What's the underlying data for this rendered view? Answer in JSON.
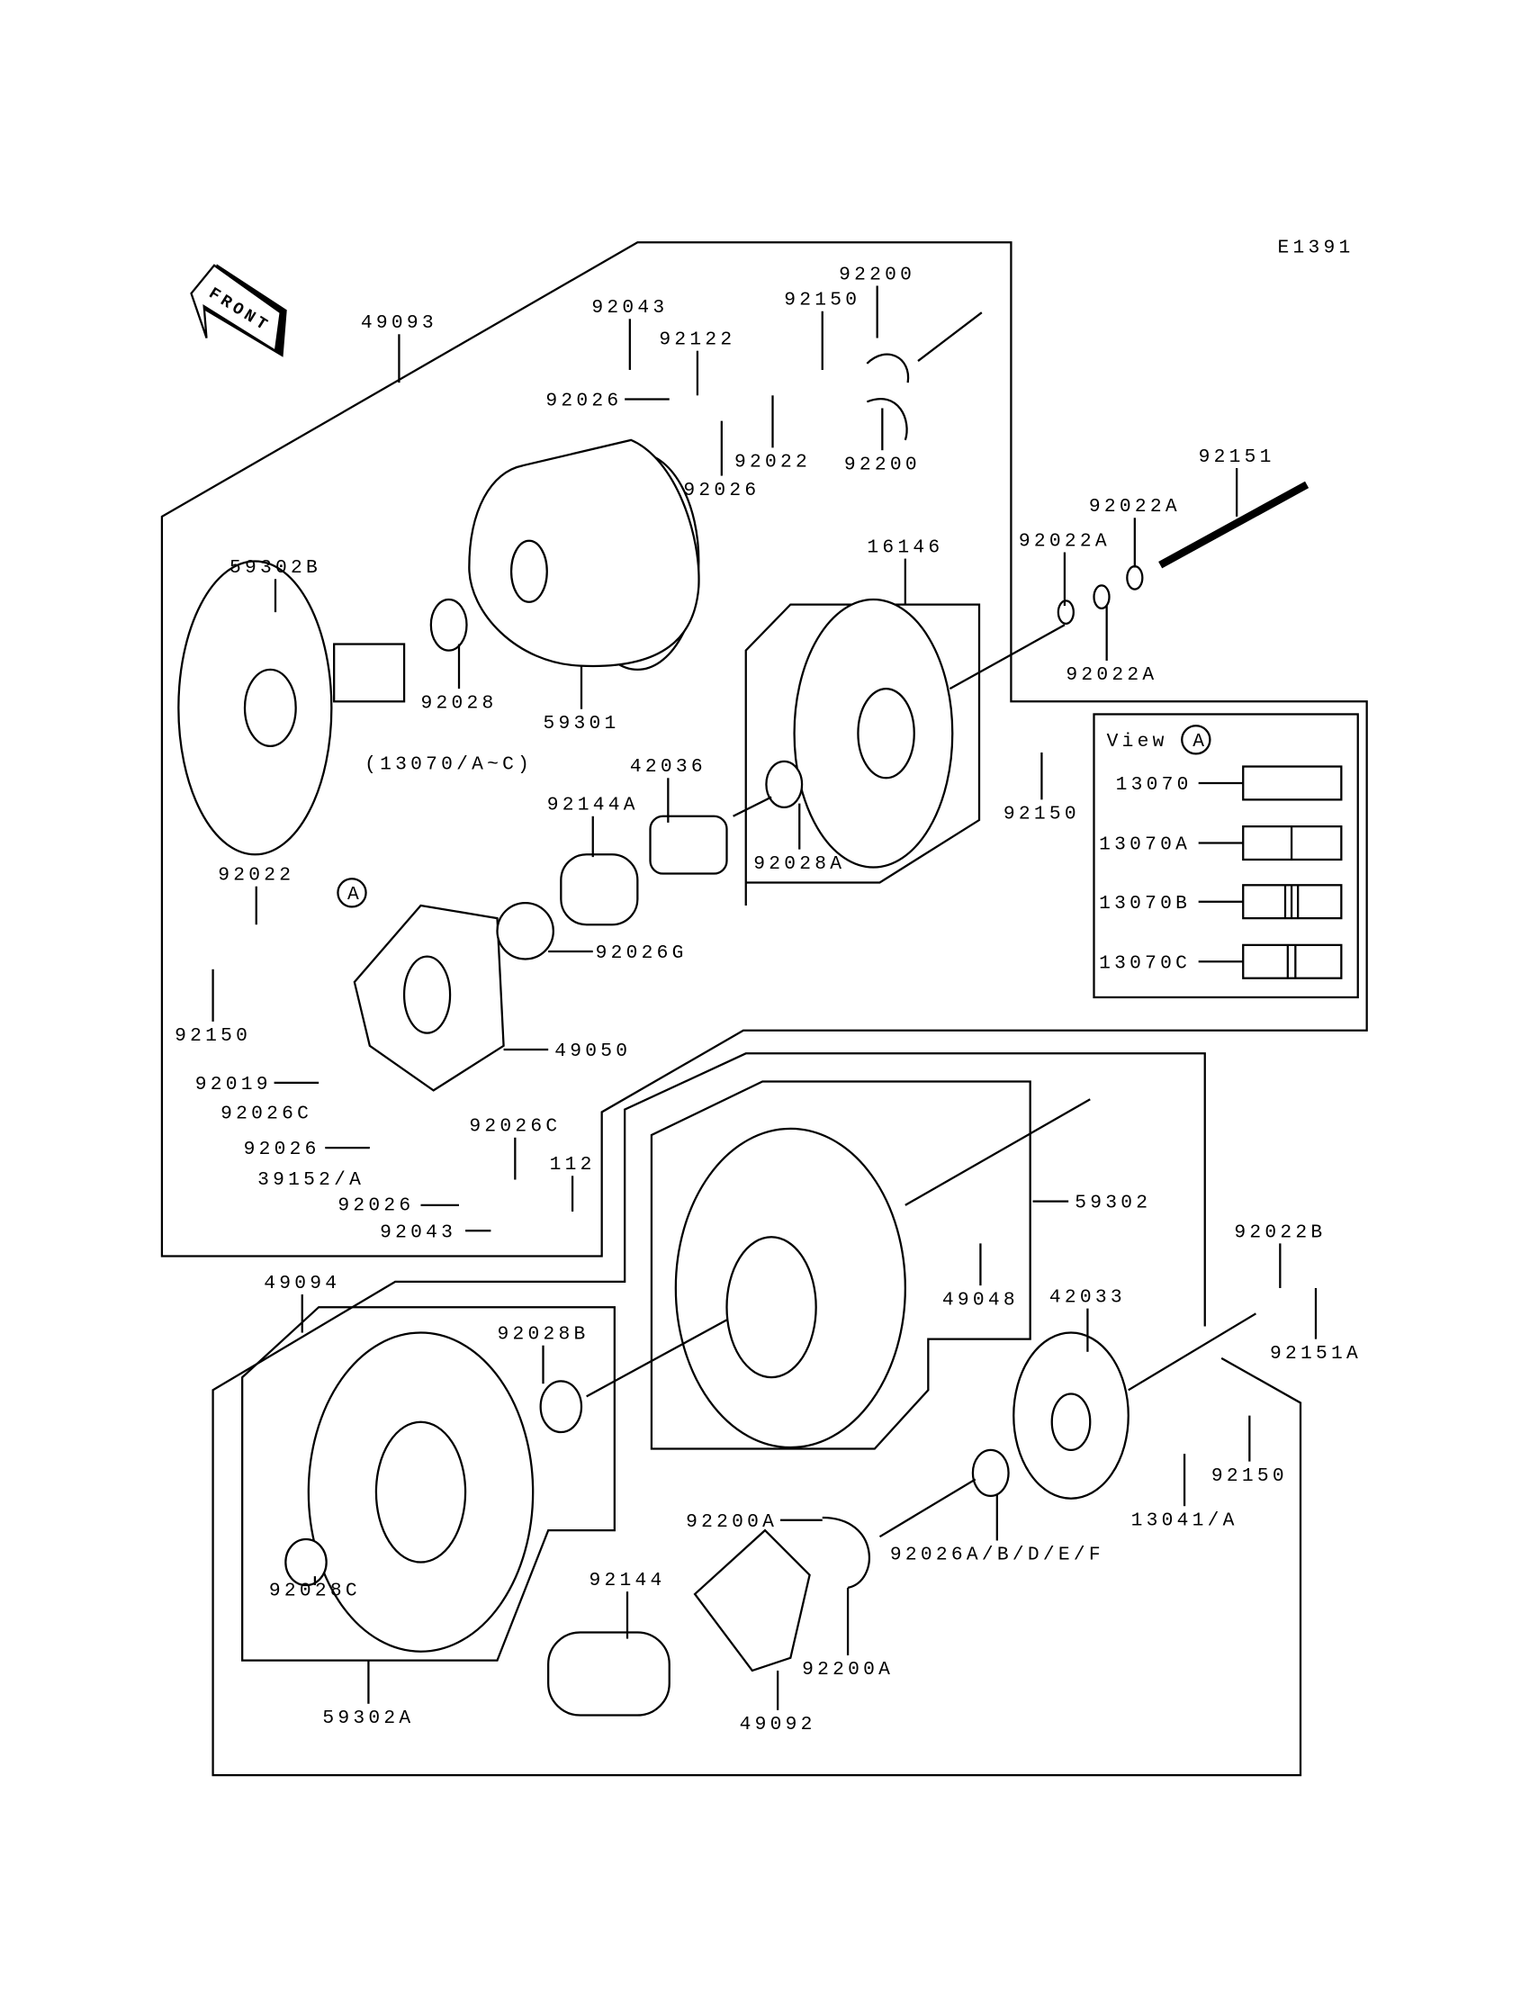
{
  "diagram_code": "E1391",
  "front_label": "FRONT",
  "view_title": "View",
  "view_marker": "A",
  "ref_marker": "A",
  "labels": [
    "49093",
    "92043",
    "92122",
    "92150",
    "92200",
    "92026",
    "92026",
    "92022",
    "92200",
    "92151",
    "92022A",
    "92022A",
    "92022A",
    "59302B",
    "16146",
    "92028",
    "59301",
    "(13070/A~C)",
    "42036",
    "92144A",
    "92150",
    "92028A",
    "92022",
    "92026G",
    "92150",
    "49050",
    "92019",
    "92026C",
    "92026C",
    "92026",
    "112",
    "39152/A",
    "92026",
    "92043",
    "59302",
    "49094",
    "92022B",
    "42033",
    "49048",
    "92028B",
    "92151A",
    "92150",
    "13041/A",
    "92200A",
    "92026A/B/D/E/F",
    "92144",
    "92028C",
    "92200A",
    "59302A",
    "49092"
  ],
  "view_items": [
    "13070",
    "13070A",
    "13070B",
    "13070C"
  ],
  "colors": {
    "line": "#000000",
    "background": "#ffffff"
  }
}
